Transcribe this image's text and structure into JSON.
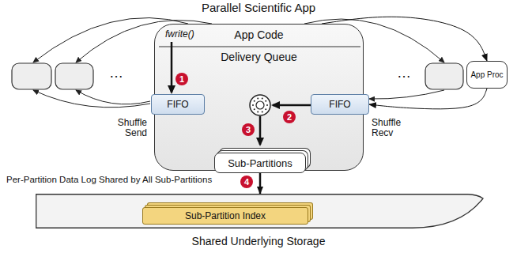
{
  "diagram": {
    "title": "Parallel Scientific App",
    "nodes": [
      {
        "text": [
          "App Code",
          "Delivery Queue"
        ]
      },
      {
        "text": [
          "FIFO"
        ],
        "in": 0
      },
      {
        "text": [
          "FIFO"
        ],
        "in": 0
      },
      {
        "text": [
          "Sub-Partitions"
        ],
        "in": 0
      },
      {
        "text": [
          "App Proc"
        ]
      },
      {
        "text": [
          "Per-Partition Data Log Shared by All Sub-Partitions"
        ]
      },
      {
        "text": [
          "Sub-Partition Index"
        ],
        "in": 5
      }
    ],
    "edges": [
      {
        "from": 0,
        "to": 4,
        "arrow": "to"
      },
      {
        "from": 4,
        "to": 2,
        "arrow": "to"
      },
      {
        "from": 3,
        "to": 5,
        "arrow": "to"
      }
    ],
    "labels": [
      "fwrite()",
      "1",
      "2",
      "3",
      "4",
      "…",
      "…",
      "Shuffle Send",
      "Shuffle Recv",
      "Shared Underlying Storage"
    ]
  }
}
